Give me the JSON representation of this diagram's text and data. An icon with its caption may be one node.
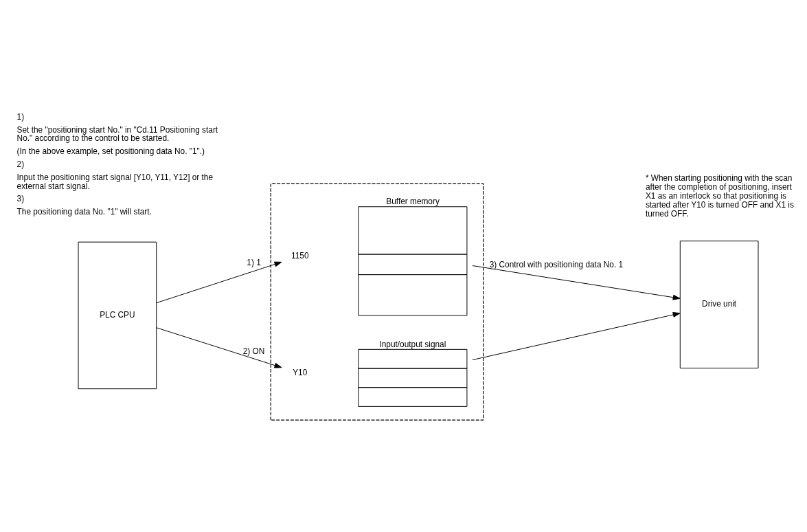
{
  "diagram": {
    "nodes": [
      {
        "text": [],
        "shape": "box"
      },
      {
        "text": [
          "PLC CPU"
        ]
      },
      {
        "text": [
          "1150"
        ],
        "in": 0
      },
      {
        "text": [
          "Buffer memory"
        ],
        "in": 0
      },
      {
        "text": [
          "Y10"
        ],
        "in": 0
      },
      {
        "text": [
          "Input/output signal"
        ],
        "in": 0
      },
      {
        "text": [
          "Drive unit"
        ]
      }
    ],
    "edges": [
      {
        "from": 1,
        "to": 2,
        "arrow": "to",
        "label": "1) 1"
      },
      {
        "from": 1,
        "to": 4,
        "arrow": "to",
        "label": "2) ON"
      },
      {
        "from": 3,
        "to": 6,
        "arrow": "to",
        "label": "3) Control with positioning data No. 1"
      },
      {
        "from": 5,
        "to": 6,
        "arrow": "to"
      }
    ],
    "labels": [
      "* When starting positioning with the scan after the completion of positioning, insert X1 as an interlock so that positioning is started after Y10 is turned OFF and X1 is turned OFF.",
      "1)",
      "Set the \"positioning start No.\" in \"Cd.11 Positioning start No.\" according to the control to be started.",
      "(In the above example, set positioning data No. \"1\".)",
      "2)",
      "Input the positioning start signal [Y10, Y11, Y12] or the external start signal.",
      "3)",
      "The positioning data No. \"1\" will start."
    ]
  }
}
